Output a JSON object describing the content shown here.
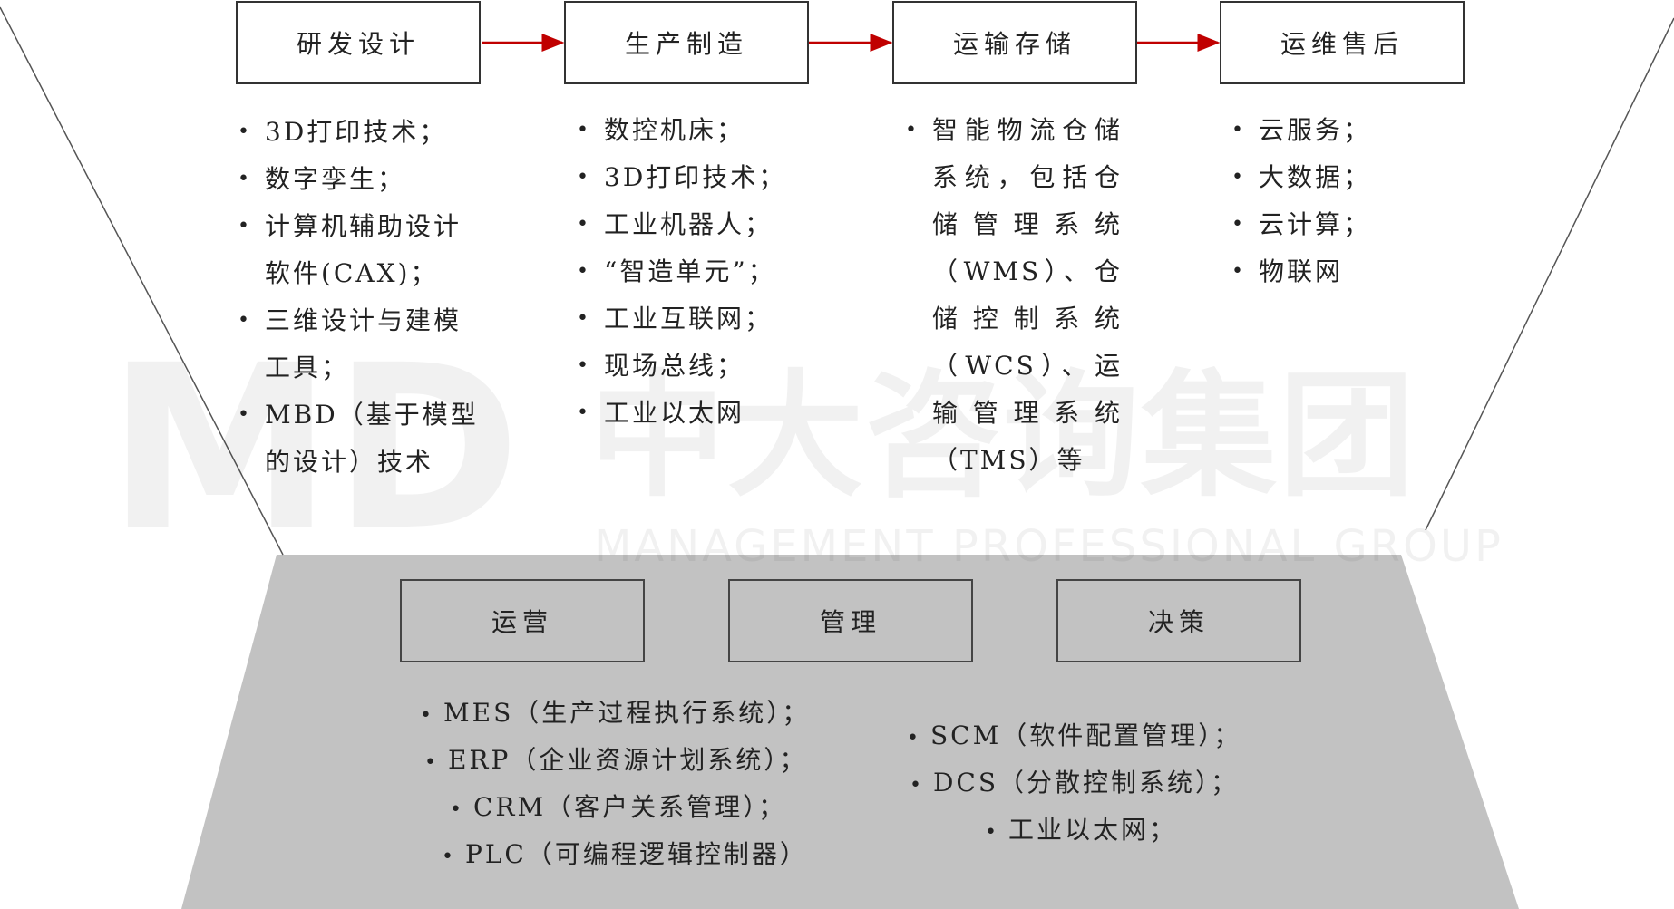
{
  "stages": [
    {
      "title": "研发设计",
      "items": [
        "3D打印技术；",
        "数字孪生；",
        "计算机辅助设计软件(CAX)；",
        "三维设计与建模工具；",
        "MBD（基于模型的设计）技术"
      ]
    },
    {
      "title": "生产制造",
      "items": [
        "数控机床；",
        "3D打印技术；",
        "工业机器人；",
        "“智造单元”；",
        "工业互联网；",
        "现场总线；",
        "工业以太网"
      ]
    },
    {
      "title": "运输存储",
      "items": [
        "智能物流仓储系统，包括仓储管理系统（WMS）、仓储控制系统（WCS）、运输管理系统（TMS）等"
      ]
    },
    {
      "title": "运维售后",
      "items": [
        "云服务；",
        "大数据；",
        "云计算；",
        "物联网"
      ]
    }
  ],
  "layers": [
    {
      "title": "运营"
    },
    {
      "title": "管理"
    },
    {
      "title": "决策"
    }
  ],
  "bottom_left_items": [
    "MES（生产过程执行系统）；",
    "ERP（企业资源计划系统）；",
    "CRM（客户关系管理）；",
    "PLC（可编程逻辑控制器）"
  ],
  "bottom_right_items": [
    "SCM（软件配置管理）；",
    "DCS（分散控制系统）；",
    "工业以太网；"
  ],
  "watermark": {
    "cn": "中大咨询集团",
    "en": "MANAGEMENT PROFESSIONAL GROUP",
    "logo": "MD"
  },
  "colors": {
    "arrow": "#c00000",
    "platform": "#c2c2c2"
  }
}
